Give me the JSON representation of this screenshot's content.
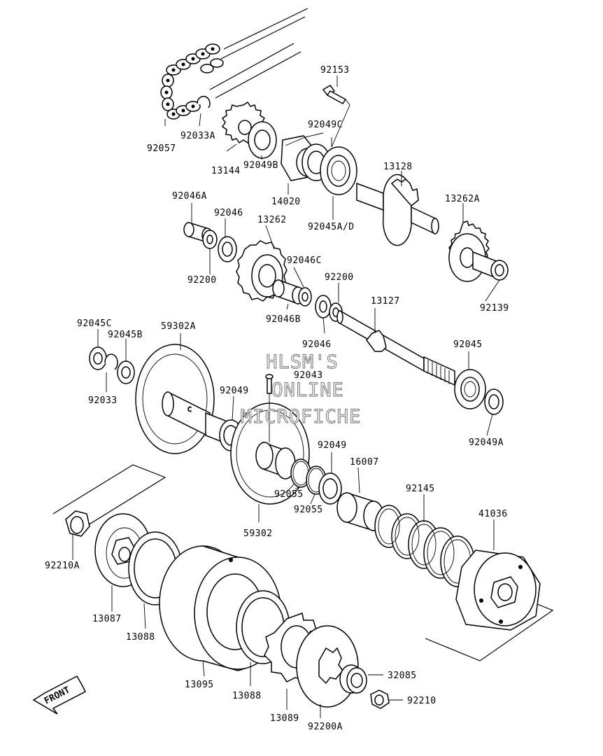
{
  "watermark": [
    "HLSM'S",
    "ONLINE",
    "MICROFICHE"
  ],
  "front_label": "FRONT",
  "labels": [
    {
      "id": "92153",
      "text": "92153"
    },
    {
      "id": "92049C",
      "text": "92049C"
    },
    {
      "id": "92033A",
      "text": "92033A"
    },
    {
      "id": "92057",
      "text": "92057"
    },
    {
      "id": "13144",
      "text": "13144"
    },
    {
      "id": "92049B",
      "text": "92049B"
    },
    {
      "id": "14020",
      "text": "14020"
    },
    {
      "id": "13128",
      "text": "13128"
    },
    {
      "id": "92045AD",
      "text": "92045A/D"
    },
    {
      "id": "92046A",
      "text": "92046A"
    },
    {
      "id": "92046",
      "text": "92046"
    },
    {
      "id": "13262",
      "text": "13262"
    },
    {
      "id": "13262A",
      "text": "13262A"
    },
    {
      "id": "92200",
      "text": "92200"
    },
    {
      "id": "92046C",
      "text": "92046C"
    },
    {
      "id": "92200b",
      "text": "92200"
    },
    {
      "id": "92139",
      "text": "92139"
    },
    {
      "id": "92046B",
      "text": "92046B"
    },
    {
      "id": "13127",
      "text": "13127"
    },
    {
      "id": "92045C",
      "text": "92045C"
    },
    {
      "id": "59302A",
      "text": "59302A"
    },
    {
      "id": "92045B",
      "text": "92045B"
    },
    {
      "id": "92046b",
      "text": "92046"
    },
    {
      "id": "92043",
      "text": "92043"
    },
    {
      "id": "92045",
      "text": "92045"
    },
    {
      "id": "92033",
      "text": "92033"
    },
    {
      "id": "92049",
      "text": "92049"
    },
    {
      "id": "92049A",
      "text": "92049A"
    },
    {
      "id": "92049b",
      "text": "92049"
    },
    {
      "id": "16007",
      "text": "16007"
    },
    {
      "id": "92145",
      "text": "92145"
    },
    {
      "id": "92055",
      "text": "92055"
    },
    {
      "id": "92055b",
      "text": "92055"
    },
    {
      "id": "59302",
      "text": "59302"
    },
    {
      "id": "41036",
      "text": "41036"
    },
    {
      "id": "92210A",
      "text": "92210A"
    },
    {
      "id": "13087",
      "text": "13087"
    },
    {
      "id": "13088",
      "text": "13088"
    },
    {
      "id": "13095",
      "text": "13095"
    },
    {
      "id": "13088b",
      "text": "13088"
    },
    {
      "id": "32085",
      "text": "32085"
    },
    {
      "id": "92210",
      "text": "92210"
    },
    {
      "id": "13089",
      "text": "13089"
    },
    {
      "id": "92200A",
      "text": "92200A"
    }
  ]
}
